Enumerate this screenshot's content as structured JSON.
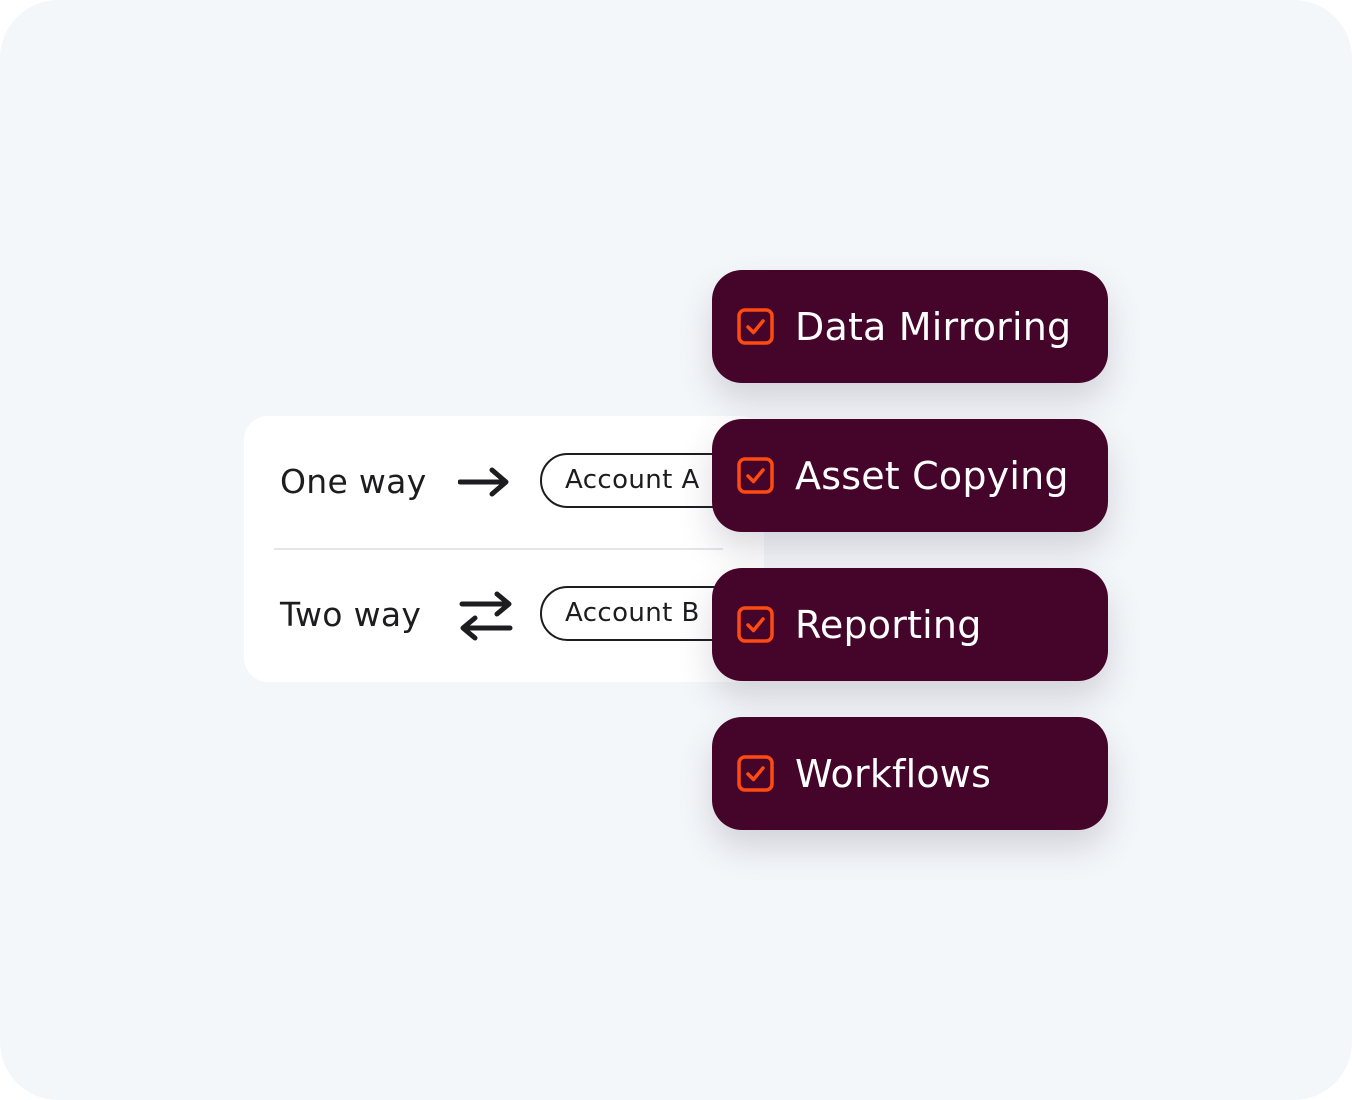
{
  "sync_options": [
    {
      "label": "One way",
      "icon": "arrow-right-icon",
      "account": "Account A"
    },
    {
      "label": "Two way",
      "icon": "swap-arrows-icon",
      "account": "Account B"
    }
  ],
  "features": [
    {
      "label": "Data Mirroring",
      "checked": true
    },
    {
      "label": "Asset Copying",
      "checked": true
    },
    {
      "label": "Reporting",
      "checked": true
    },
    {
      "label": "Workflows",
      "checked": true
    }
  ],
  "colors": {
    "background": "#f4f7fa",
    "card": "#ffffff",
    "feature_bg": "#45052a",
    "check_accent": "#ff4a12",
    "text_dark": "#1d1d1f",
    "text_light": "#ffffff"
  }
}
